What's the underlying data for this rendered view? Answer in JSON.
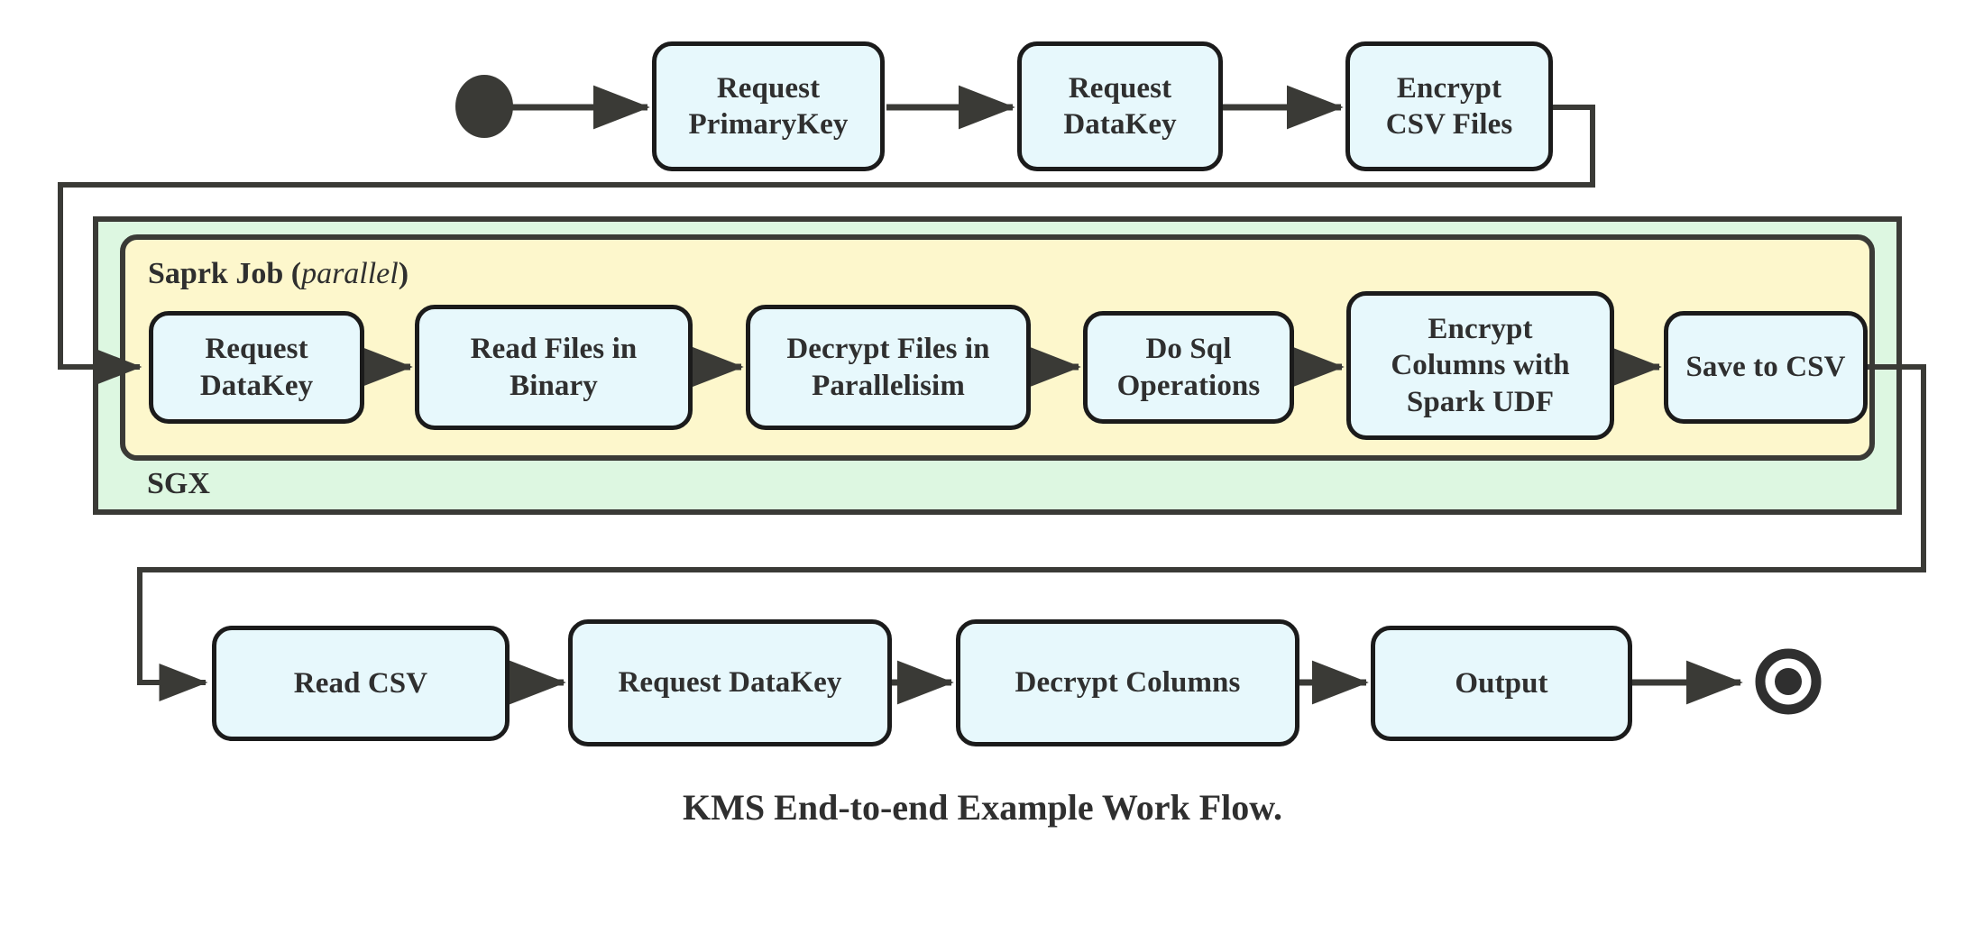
{
  "diagram": {
    "caption": "KMS End-to-end Example Work Flow.",
    "colors": {
      "node_fill": "#e7f8fc",
      "node_stroke": "#1b1b1b",
      "sgx_fill": "#ddf7e1",
      "spark_fill": "#fdf7cc",
      "container_stroke": "#3a3a36",
      "connector": "#3a3a36",
      "text": "#2f2f2f",
      "background": "#ffffff"
    },
    "terminals": {
      "start": {
        "name": "start-node",
        "shape": "filled-circle"
      },
      "end": {
        "name": "end-node",
        "shape": "bullseye-circle"
      }
    },
    "containers": [
      {
        "id": "sgx",
        "label": "SGX",
        "label_position": "bottom-left",
        "fill": "#ddf7e1"
      },
      {
        "id": "spark-job",
        "label_main": "Saprk Job",
        "label_paren_open": "(",
        "label_italic": "parallel",
        "label_paren_close": ")",
        "label_position": "top-left",
        "fill": "#fdf7cc"
      }
    ],
    "rows": {
      "top": {
        "name": "top-row",
        "nodes": [
          {
            "id": "request-primarykey",
            "label": "Request\nPrimaryKey"
          },
          {
            "id": "request-datakey-top",
            "label": "Request\nDataKey"
          },
          {
            "id": "encrypt-csv-files",
            "label": "Encrypt\nCSV Files"
          }
        ]
      },
      "spark": {
        "name": "spark-row",
        "nodes": [
          {
            "id": "request-datakey-spark",
            "label": "Request\nDataKey"
          },
          {
            "id": "read-files-in-binary",
            "label": "Read Files in\nBinary"
          },
          {
            "id": "decrypt-files-in-parallelisim",
            "label": "Decrypt Files in\nParallelisim"
          },
          {
            "id": "do-sql-operations",
            "label": "Do Sql\nOperations"
          },
          {
            "id": "encrypt-columns-with-spark-udf",
            "label": "Encrypt\nColumns with\nSpark UDF"
          },
          {
            "id": "save-to-csv",
            "label": "Save to CSV"
          }
        ]
      },
      "bottom": {
        "name": "bottom-row",
        "nodes": [
          {
            "id": "read-csv",
            "label": "Read CSV"
          },
          {
            "id": "request-datakey-bottom",
            "label": "Request DataKey"
          },
          {
            "id": "decrypt-columns",
            "label": "Decrypt Columns"
          },
          {
            "id": "output",
            "label": "Output"
          }
        ]
      }
    },
    "flow_sequence": [
      "start",
      "Request PrimaryKey",
      "Request DataKey",
      "Encrypt CSV Files",
      "Request DataKey",
      "Read Files in Binary",
      "Decrypt Files in Parallelisim",
      "Do Sql Operations",
      "Encrypt Columns with Spark UDF",
      "Save to CSV",
      "Read CSV",
      "Request DataKey",
      "Decrypt Columns",
      "Output",
      "end"
    ]
  }
}
